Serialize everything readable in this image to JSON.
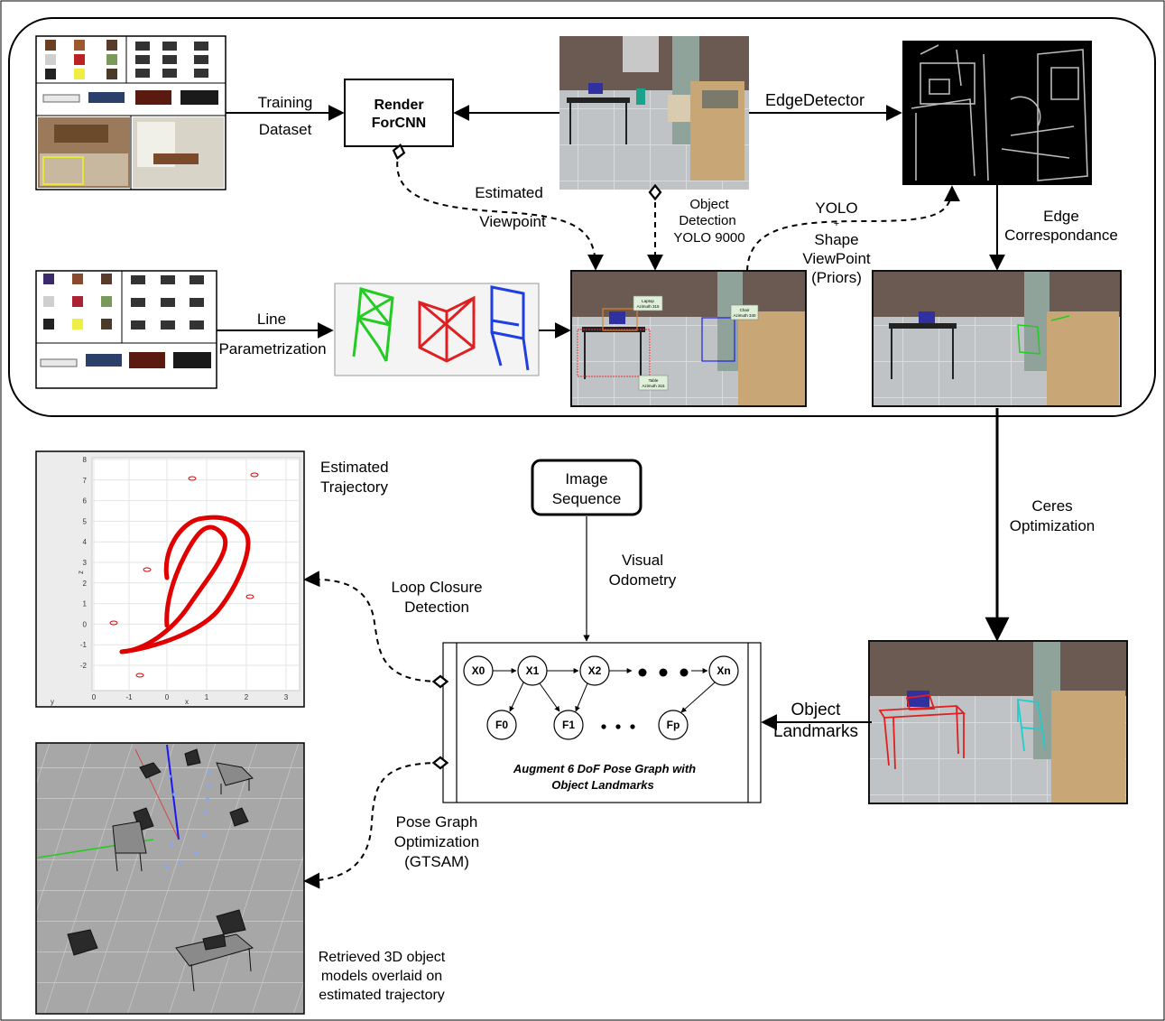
{
  "labels": {
    "training": "Training",
    "dataset": "Dataset",
    "render_forcnn_1": "Render",
    "render_forcnn_2": "ForCNN",
    "edge_detector": "EdgeDetector",
    "estimated_viewpoint_1": "Estimated",
    "estimated_viewpoint_2": "Viewpoint",
    "object_detection_1": "Object",
    "object_detection_2": "Detection",
    "object_detection_3": "YOLO 9000",
    "yolo_1": "YOLO",
    "yolo_plus": "+",
    "yolo_2": "Shape",
    "yolo_3": "ViewPoint",
    "yolo_4": "(Priors)",
    "edge_corr_1": "Edge",
    "edge_corr_2": "Correspondance",
    "line_1": "Line",
    "line_2": "Parametrization",
    "ceres_1": "Ceres",
    "ceres_2": "Optimization",
    "est_traj_1": "Estimated",
    "est_traj_2": "Trajectory",
    "image_seq_1": "Image",
    "image_seq_2": "Sequence",
    "visual_odom_1": "Visual",
    "visual_odom_2": "Odometry",
    "loop_closure_1": "Loop Closure",
    "loop_closure_2": "Detection",
    "object_landmarks_1": "Object",
    "object_landmarks_2": "Landmarks",
    "pgo_1": "Pose Graph",
    "pgo_2": "Optimization",
    "pgo_3": "(GTSAM)",
    "retrieved_1": "Retrieved 3D object",
    "retrieved_2": "models overlaid on",
    "retrieved_3": "estimated trajectory"
  },
  "detections": {
    "laptop_1": "Laptop",
    "laptop_2": "Azimuth 315",
    "chair_1": "Chair",
    "chair_2": "Azimuth 340",
    "table_1": "Table",
    "table_2": "Azimuth 315"
  },
  "pose_graph": {
    "nodes": [
      "X0",
      "X1",
      "X2",
      "Xn"
    ],
    "features": [
      "F0",
      "F1",
      "Fp"
    ],
    "title_1": "Augment 6 DoF Pose Graph with",
    "title_2": "Object Landmarks"
  },
  "plot": {
    "y_ticks": [
      "8",
      "7",
      "6",
      "5",
      "4",
      "3",
      "2",
      "1",
      "0",
      "-1",
      "-2"
    ],
    "x_ticks": [
      "0",
      "-1",
      "0",
      "1",
      "2",
      "3"
    ],
    "z_label": "z",
    "x_label": "x",
    "y_label": "y"
  },
  "colors": {
    "trajectory": "#e00000",
    "edge_bg": "#000000",
    "green": "#22cc22",
    "red": "#e02020",
    "blue": "#1f3fe0",
    "cyan": "#22cccc",
    "grid_floor": "#a9a9a9"
  }
}
